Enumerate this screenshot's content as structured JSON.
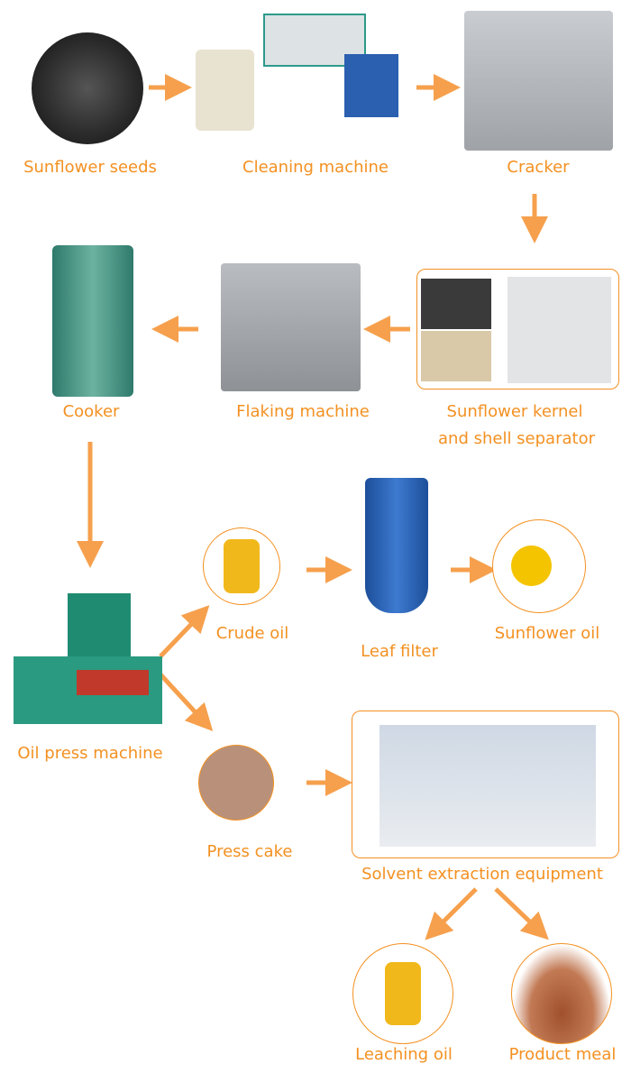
{
  "colors": {
    "accent": "#f39122",
    "arrow": "#f6a04d"
  },
  "steps": {
    "seeds": "Sunflower seeds",
    "cleaning": "Cleaning machine",
    "cracker": "Cracker",
    "separator_line1": "Sunflower kernel",
    "separator_line2": "and shell separator",
    "flaking": "Flaking machine",
    "cooker": "Cooker",
    "press": "Oil press machine",
    "crude": "Crude oil",
    "filter": "Leaf filter",
    "sunoil": "Sunflower oil",
    "cake": "Press cake",
    "solvent": "Solvent extraction equipment",
    "leaching": "Leaching oil",
    "meal": "Product meal"
  }
}
